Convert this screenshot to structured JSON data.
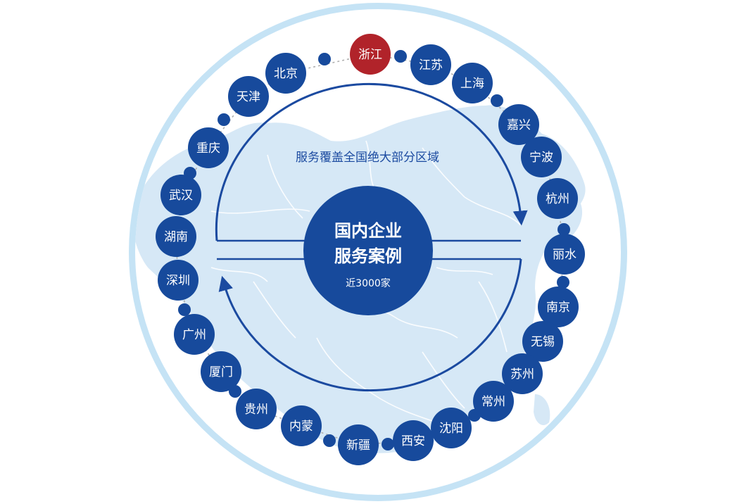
{
  "center": {
    "title_line1": "国内企业",
    "title_line2": "服务案例",
    "subtitle": "近3000家"
  },
  "coverage_text": "服务覆盖全国绝大部分区域",
  "colors": {
    "node": "#174a9c",
    "highlight": "#b1232a",
    "outer_ring": "#c5e3f5",
    "map_land": "#d4e7f6",
    "arrow": "#1b4aa0",
    "dot_line": "#b0b0b0"
  },
  "cities": [
    {
      "name": "浙江",
      "highlight": true
    },
    {
      "name": "江苏"
    },
    {
      "name": "上海"
    },
    {
      "name": "嘉兴"
    },
    {
      "name": "宁波"
    },
    {
      "name": "杭州"
    },
    {
      "name": "丽水"
    },
    {
      "name": "南京"
    },
    {
      "name": "无锡"
    },
    {
      "name": "苏州"
    },
    {
      "name": "常州"
    },
    {
      "name": "沈阳"
    },
    {
      "name": "西安"
    },
    {
      "name": "新疆"
    },
    {
      "name": "内蒙"
    },
    {
      "name": "贵州"
    },
    {
      "name": "厦门"
    },
    {
      "name": "广州"
    },
    {
      "name": "深圳"
    },
    {
      "name": "湖南"
    },
    {
      "name": "武汉"
    },
    {
      "name": "重庆"
    },
    {
      "name": "天津"
    },
    {
      "name": "北京"
    }
  ]
}
